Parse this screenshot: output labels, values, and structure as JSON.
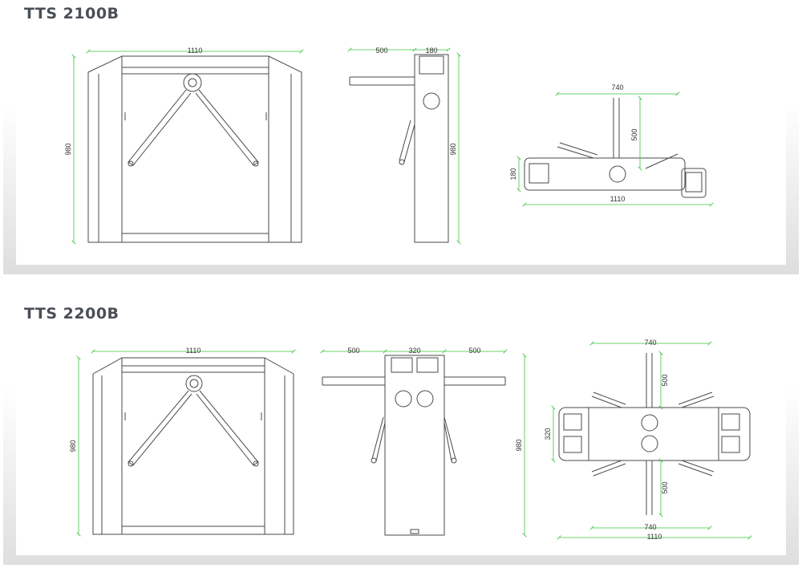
{
  "models": [
    {
      "title": "TTS 2100B",
      "front": {
        "width": "1110",
        "height": "980"
      },
      "side": {
        "arm": "500",
        "body": "180",
        "height": "980"
      },
      "top": {
        "arm_span": "740",
        "arm_length": "500",
        "depth": "180",
        "width": "1110"
      }
    },
    {
      "title": "TTS 2200B",
      "front": {
        "width": "1110",
        "height": "980"
      },
      "side": {
        "arm_left": "500",
        "body": "320",
        "arm_right": "500",
        "height": "980"
      },
      "top": {
        "arm_span_top": "740",
        "arm_length_top": "500",
        "depth": "320",
        "arm_length_bottom": "500",
        "arm_span_bottom": "740",
        "width": "1110"
      }
    }
  ],
  "colors": {
    "dimension_line": "#3ec43e",
    "outline": "#4a4a4a",
    "title": "#4a4f57"
  }
}
